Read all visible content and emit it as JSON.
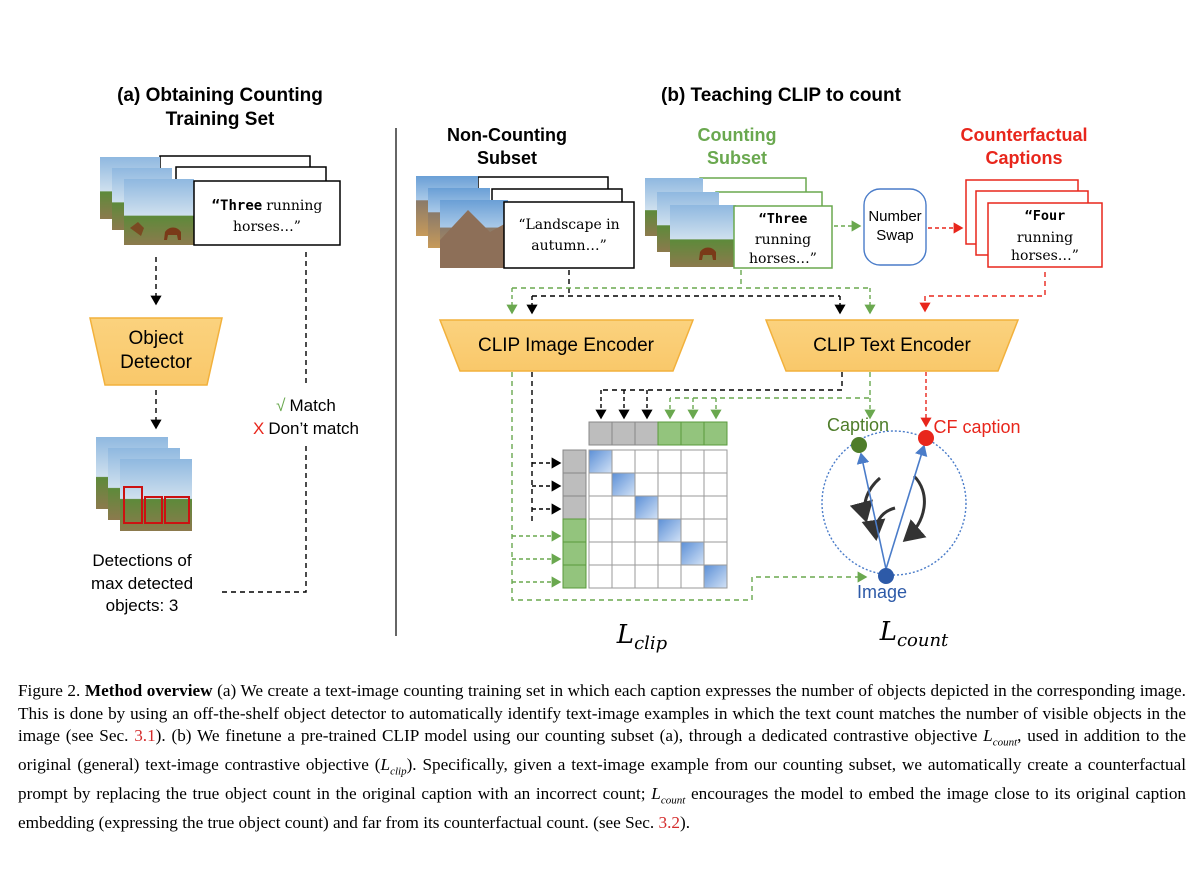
{
  "panel_a": {
    "title_line1": "(a) Obtaining Counting",
    "title_line2": "Training Set",
    "caption_bold": "“Three",
    "caption_rest1": "running",
    "caption_rest2": "horses…”",
    "detector_line1": "Object",
    "detector_line2": "Detector",
    "match_check": "√",
    "match_label": "Match",
    "nomatch_x": "X",
    "nomatch_label": "Don’t match",
    "detections_line1": "Detections of",
    "detections_line2": "max detected",
    "detections_line3": "objects: 3"
  },
  "panel_b": {
    "title": "(b) Teaching CLIP to count",
    "noncount_line1": "Non-Counting",
    "noncount_line2": "Subset",
    "noncount_caption1": "“Landscape in",
    "noncount_caption2": "autumn…”",
    "count_line1": "Counting",
    "count_line2": "Subset",
    "count_caption_bold": "“Three",
    "count_caption2": "running",
    "count_caption3": "horses…”",
    "swap_line1": "Number",
    "swap_line2": "Swap",
    "cf_line1": "Counterfactual",
    "cf_line2": "Captions",
    "cf_caption_bold": "“Four",
    "cf_caption2": "running",
    "cf_caption3": "horses…”",
    "image_encoder": "CLIP Image Encoder",
    "text_encoder": "CLIP Text Encoder",
    "node_caption": "Caption",
    "node_cf": "CF caption",
    "node_image": "Image",
    "loss_clip_main": "L",
    "loss_clip_sub": "clip",
    "loss_count_main": "L",
    "loss_count_sub": "count"
  },
  "colors": {
    "green": "#6aa84f",
    "red": "#e8261c",
    "orange_fill": "#fbd27e",
    "blue": "#4a7cc9",
    "gray_cell": "#bdbdbd",
    "green_cell": "#93c47d"
  },
  "figure_caption": {
    "label": "Figure 2.",
    "bold": "Method overview",
    "text1": "(a) We create a text-image counting training set in which each caption expresses the number of objects depicted in the corresponding image. This is done by using an off-the-shelf object detector to automatically identify text-image examples in which the text count matches the number of visible objects in the image (see Sec.",
    "ref1": "3.1",
    "text2": "). (b) We finetune a pre-trained CLIP model using our counting subset (a), through a dedicated contrastive objective",
    "text3": ", used in addition to the original (general) text-image contrastive objective (",
    "text4": "). Specifically, given a text-image example from our counting subset, we automatically create a counterfactual prompt by replacing the true object count in the original caption with an incorrect count;",
    "text5": "encourages the model to embed the image close to its original caption embedding (expressing the true object count) and far from its counterfactual count. (see Sec.",
    "ref2": "3.2",
    "text6": ").",
    "math_L": "L",
    "math_count": "count",
    "math_clip": "clip"
  }
}
